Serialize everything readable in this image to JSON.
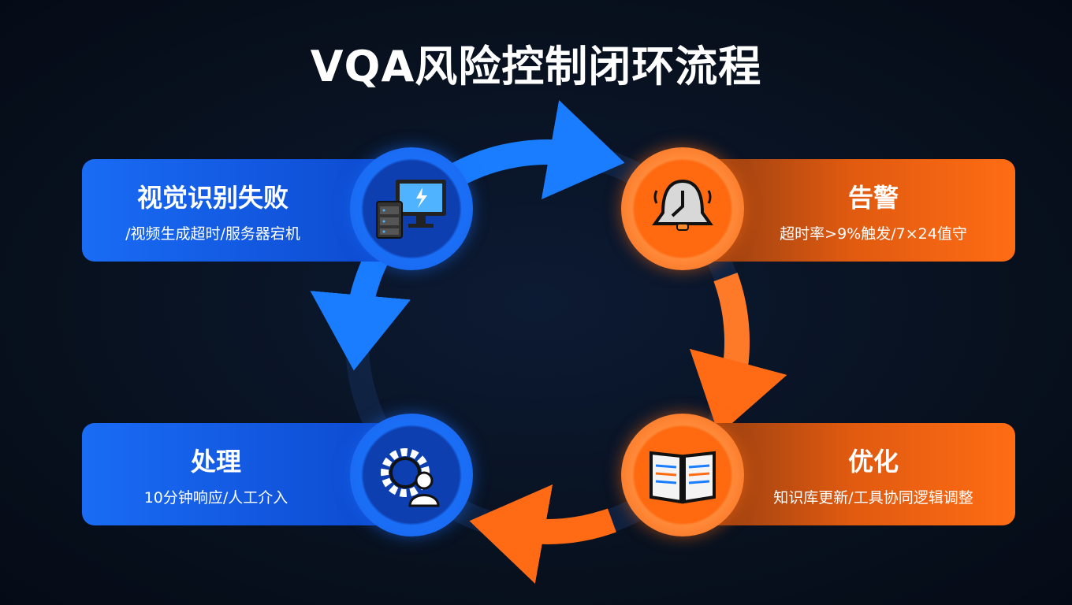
{
  "title": "VQA风险控制闭环流程",
  "steps": [
    {
      "heading": "视觉识别失败",
      "detail": "/视频生成超时/服务器宕机",
      "icon": "monitor-server-icon"
    },
    {
      "heading": "告警",
      "detail": "超时率>9%触发/7×24值守",
      "icon": "alarm-bell-icon"
    },
    {
      "heading": "优化",
      "detail": "知识库更新/工具协同逻辑调整",
      "icon": "open-book-icon"
    },
    {
      "heading": "处理",
      "detail": "10分钟响应/人工介入",
      "icon": "gear-person-icon"
    }
  ],
  "colors": {
    "blue": "#1a6cf5",
    "orange": "#ff6c14"
  }
}
